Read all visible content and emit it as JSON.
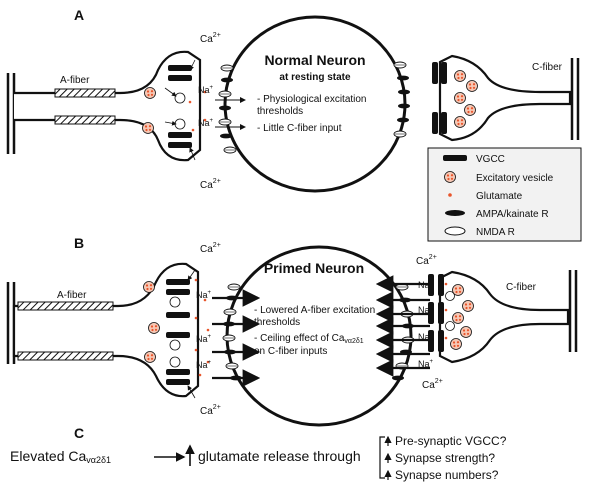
{
  "panels": {
    "a": {
      "letter": "A",
      "neuron_title": "Normal Neuron",
      "neuron_subtitle": "at resting state",
      "notes": [
        "- Physiological excitation",
        "  thresholds",
        "- Little C-fiber input"
      ],
      "a_fiber_label": "A-fiber",
      "c_fiber_label": "C-fiber",
      "ca_top": "Ca",
      "ca_bottom": "Ca",
      "ca_sup": "2+",
      "na_label": "Na",
      "na_sup": "+"
    },
    "b": {
      "letter": "B",
      "neuron_title": "Primed Neuron",
      "notes": [
        "- Lowered A-fiber excitation",
        "  thresholds",
        "- Ceiling effect of Ca",
        "  on C-fiber inputs"
      ],
      "note_sub": "vα2δ1",
      "a_fiber_label": "A-fiber",
      "c_fiber_label": "C-fiber",
      "ca_label": "Ca",
      "ca_sup": "2+",
      "na_label": "Na",
      "na_sup": "+"
    },
    "c": {
      "letter": "C",
      "lead": "Elevated Ca",
      "lead_sub": "vα2δ1",
      "middle": "glutamate release through",
      "outcomes": [
        "Pre-synaptic VGCC?",
        "Synapse strength?",
        "Synapse numbers?"
      ]
    }
  },
  "legend": {
    "items": [
      {
        "label": "VGCC",
        "icon": "vgcc-bar"
      },
      {
        "label": "Excitatory vesicle",
        "icon": "vesicle"
      },
      {
        "label": "Glutamate",
        "icon": "glutamate-dot"
      },
      {
        "label": "AMPA/kainate R",
        "icon": "ampa-receptor"
      },
      {
        "label": "NMDA R",
        "icon": "nmda-receptor"
      }
    ]
  },
  "colors": {
    "glutamate": "#e8552b",
    "vesicle_fill": "#f6c7b4",
    "ink": "#111111",
    "legend_bg": "#f2f2f2"
  }
}
